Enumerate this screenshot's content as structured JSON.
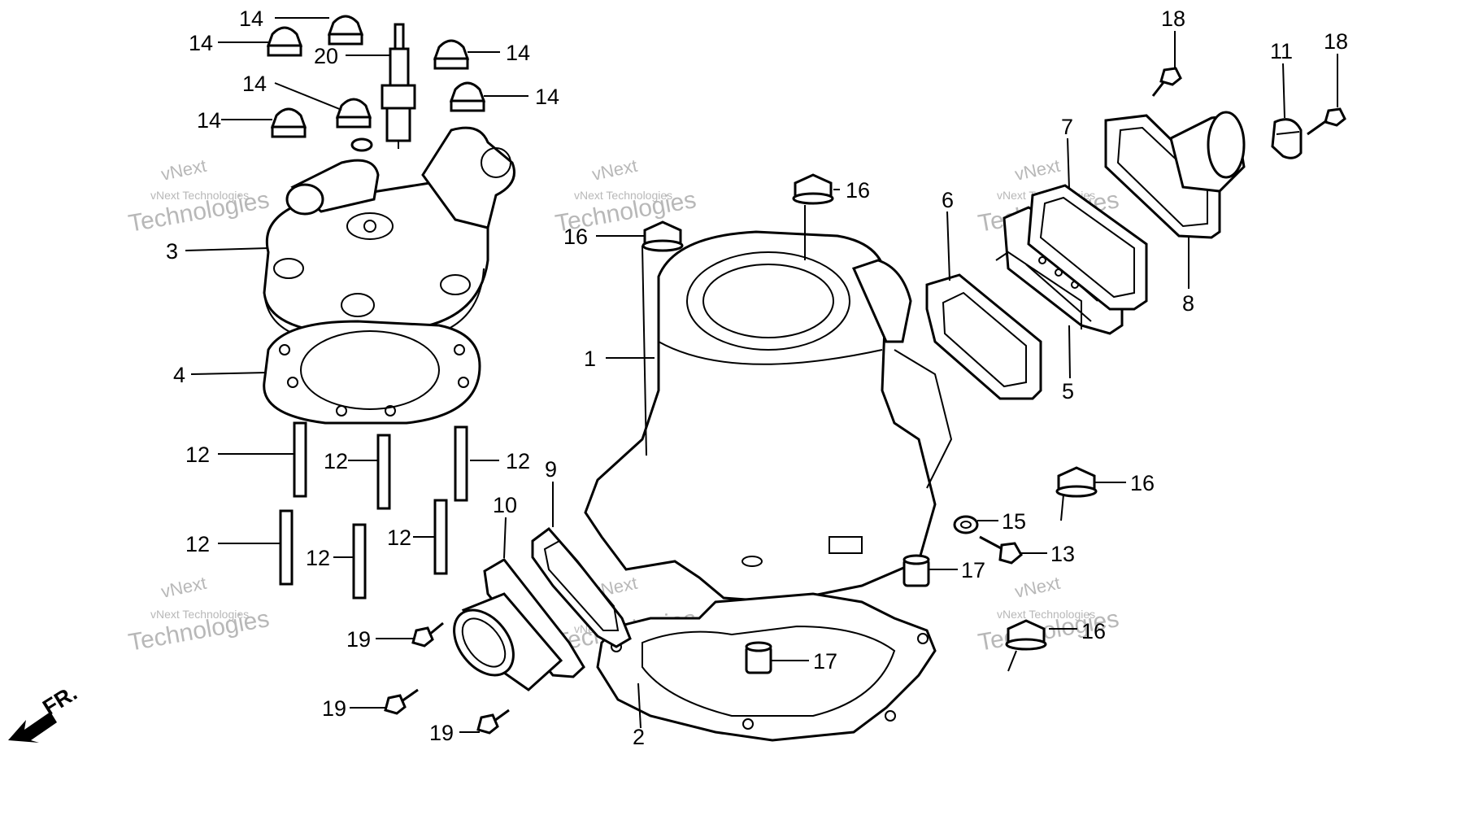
{
  "diagram": {
    "watermark": {
      "brand": "vNext",
      "line1": "vNext Technologies",
      "line2": "Technologies"
    },
    "direction_label": "FR.",
    "callouts": {
      "c1": "1",
      "c2": "2",
      "c3": "3",
      "c4": "4",
      "c5": "5",
      "c6": "6",
      "c7": "7",
      "c8": "8",
      "c9": "9",
      "c10": "10",
      "c11": "11",
      "c12": "12",
      "c13": "13",
      "c14": "14",
      "c15": "15",
      "c16": "16",
      "c17": "17",
      "c18": "18",
      "c19": "19",
      "c20": "20"
    }
  }
}
